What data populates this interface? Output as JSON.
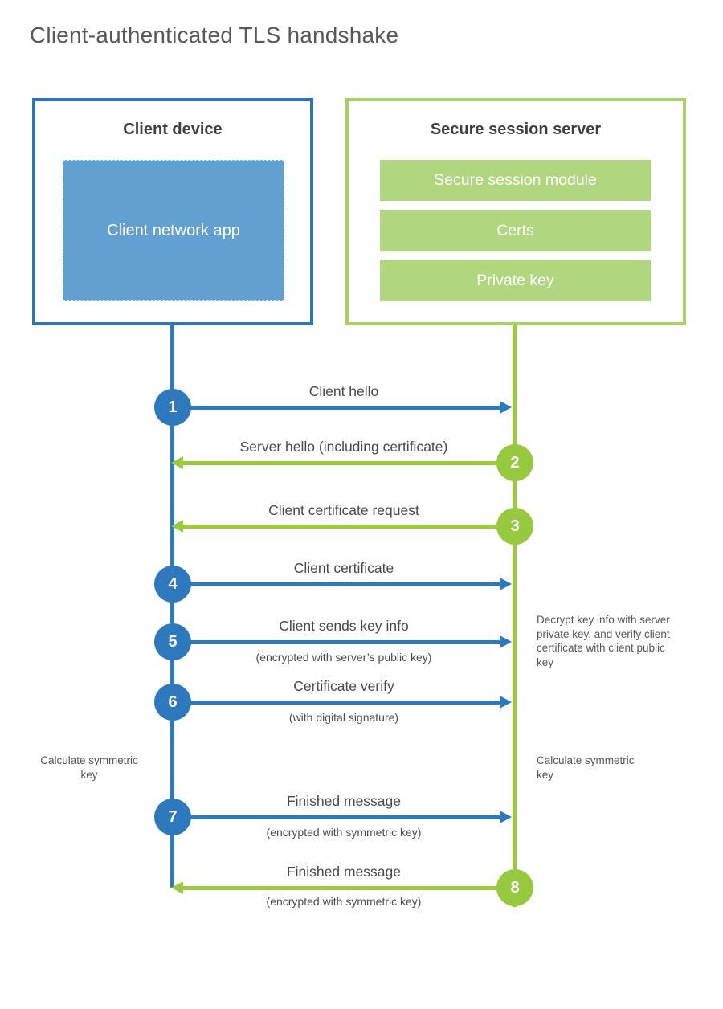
{
  "title": "Client-authenticated TLS handshake",
  "colors": {
    "blue_stroke": "#2E78BD",
    "blue_fill": "#62A0D2",
    "green_stroke": "#9BCA3E",
    "green_circle": "#97C93E",
    "green_border": "#A5D165",
    "green_fill": "#B1D680",
    "text_dark": "#3e3f42",
    "text_gray": "#55565a"
  },
  "client": {
    "title": "Client device",
    "app_label": "Client network app"
  },
  "server": {
    "title": "Secure session server",
    "modules": [
      "Secure session module",
      "Certs",
      "Private key"
    ]
  },
  "messages": [
    {
      "num": "1",
      "label": "Client hello",
      "direction": "right"
    },
    {
      "num": "2",
      "label": "Server hello (including certificate)",
      "direction": "left"
    },
    {
      "num": "3",
      "label": "Client certificate request",
      "direction": "left"
    },
    {
      "num": "4",
      "label": "Client certificate",
      "direction": "right"
    },
    {
      "num": "5",
      "label": "Client sends key info",
      "sub": "(encrypted with server’s public key)",
      "direction": "right"
    },
    {
      "num": "6",
      "label": "Certificate verify",
      "sub": "(with digital signature)",
      "direction": "right"
    },
    {
      "num": "7",
      "label": "Finished message",
      "sub": "(encrypted with symmetric key)",
      "direction": "right"
    },
    {
      "num": "8",
      "label": "Finished message",
      "sub": "(encrypted with symmetric key)",
      "direction": "left"
    }
  ],
  "notes": {
    "decrypt": "Decrypt key info with server private key, and verify client certificate with client public key",
    "calc_left": "Calculate symmetric key",
    "calc_right": "Calculate symmetric key"
  }
}
